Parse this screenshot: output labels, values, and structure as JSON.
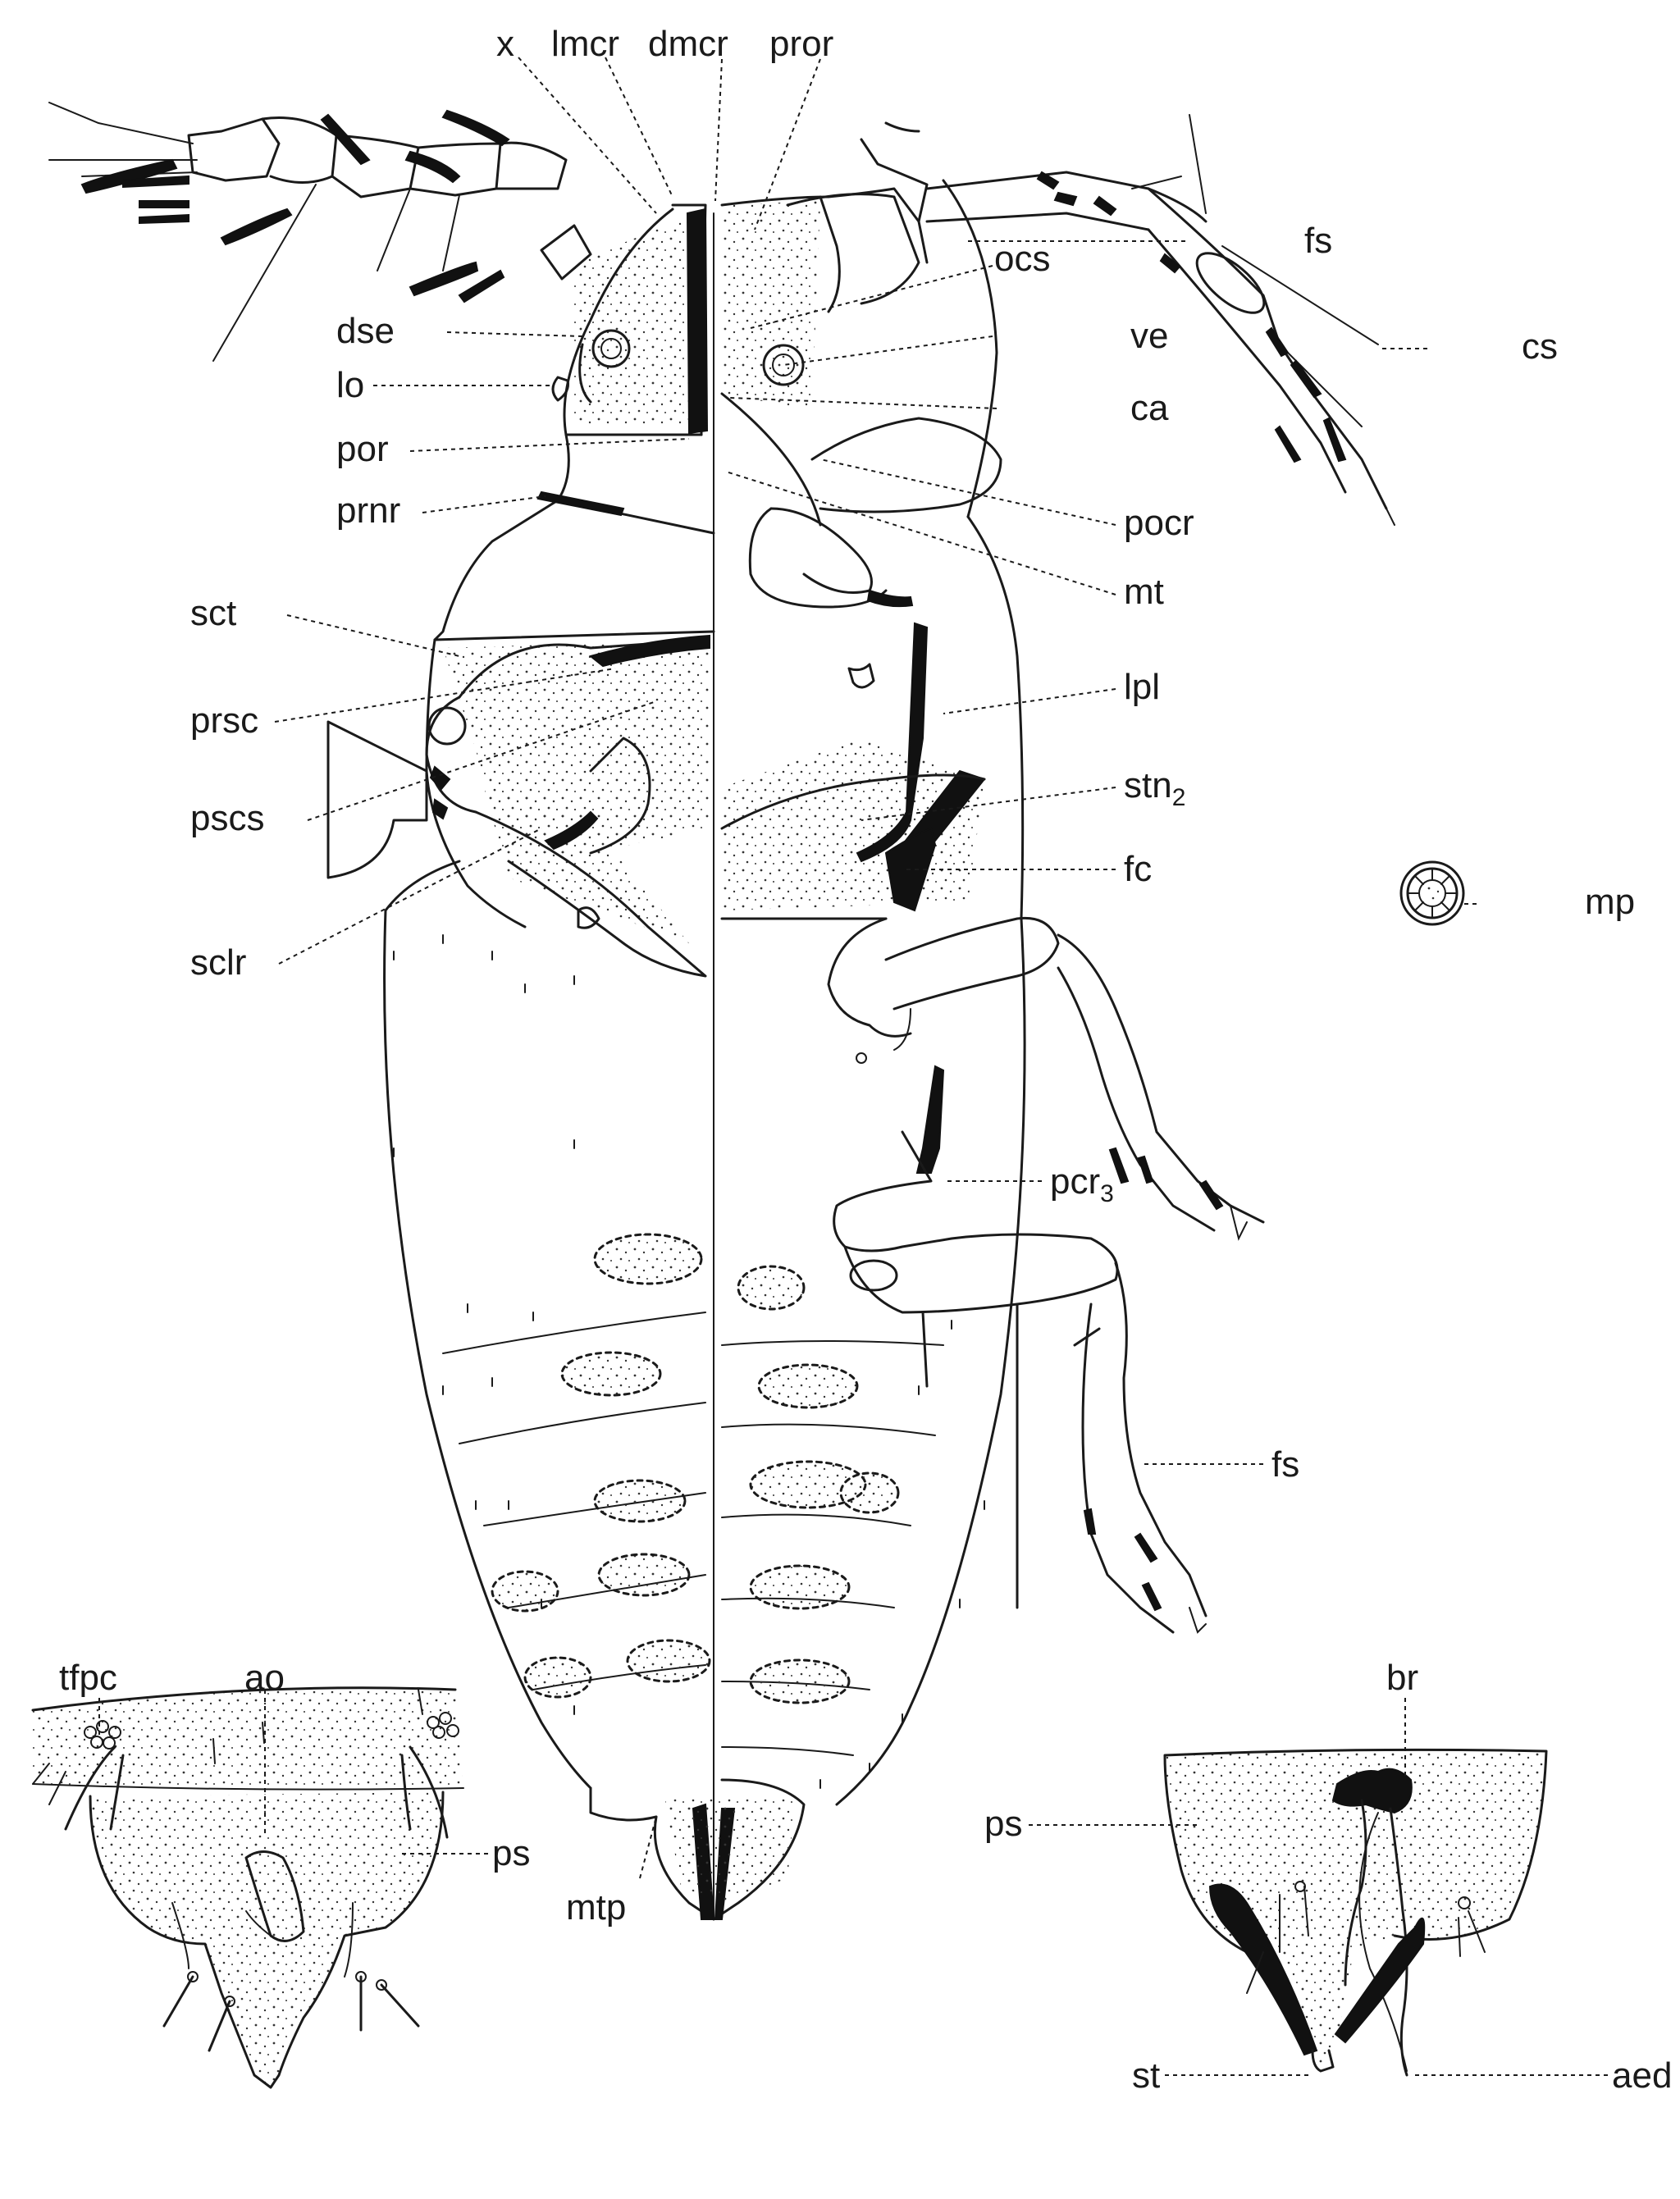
{
  "figure": {
    "labels": {
      "x": "x",
      "lmcr": "lmcr",
      "dmcr": "dmcr",
      "pror": "pror",
      "fs_top": "fs",
      "ocs": "ocs",
      "cs": "cs",
      "dse": "dse",
      "ve": "ve",
      "lo": "lo",
      "ca": "ca",
      "por": "por",
      "prnr": "prnr",
      "pocr": "pocr",
      "mt": "mt",
      "sct": "sct",
      "lpl": "lpl",
      "prsc": "prsc",
      "stn2": "stn",
      "stn2_sub": "2",
      "pscs": "pscs",
      "fc": "fc",
      "mp": "mp",
      "sclr": "sclr",
      "pcr3": "pcr",
      "pcr3_sub": "3",
      "fs_bottom": "fs",
      "tfpc": "tfpc",
      "ao": "ao",
      "br": "br",
      "ps_left": "ps",
      "ps_right": "ps",
      "mtp": "mtp",
      "st": "st",
      "aed": "aed"
    }
  }
}
